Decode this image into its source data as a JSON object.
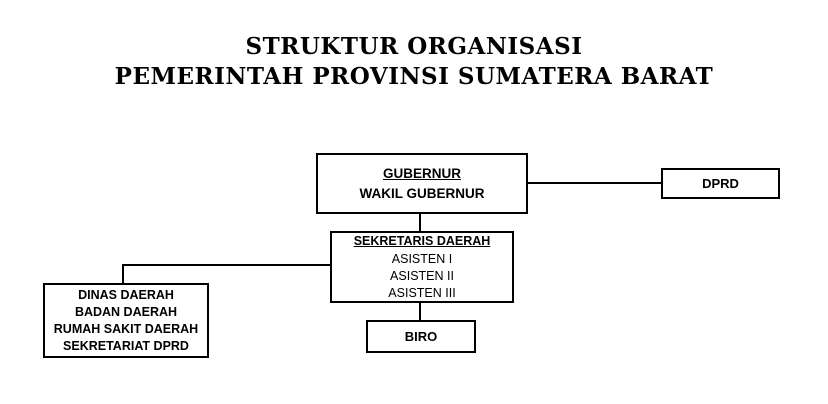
{
  "title": {
    "line1": "STRUKTUR ORGANISASI",
    "line2": "PEMERINTAH PROVINSI SUMATERA BARAT"
  },
  "nodes": {
    "gubernur": {
      "heading": "GUBERNUR",
      "subtitle": "WAKIL GUBERNUR"
    },
    "dprd": {
      "label": "DPRD"
    },
    "sekretaris": {
      "heading": "SEKRETARIS DAERAH",
      "items": [
        "ASISTEN I",
        "ASISTEN II",
        "ASISTEN III"
      ]
    },
    "biro": {
      "label": "BIRO"
    },
    "dinas": {
      "items": [
        "DINAS DAERAH",
        "BADAN DAERAH",
        "RUMAH SAKIT DAERAH",
        "SEKRETARIAT DPRD"
      ]
    }
  },
  "colors": {
    "stroke": "#000000",
    "fill": "#ffffff",
    "text": "#000000"
  }
}
